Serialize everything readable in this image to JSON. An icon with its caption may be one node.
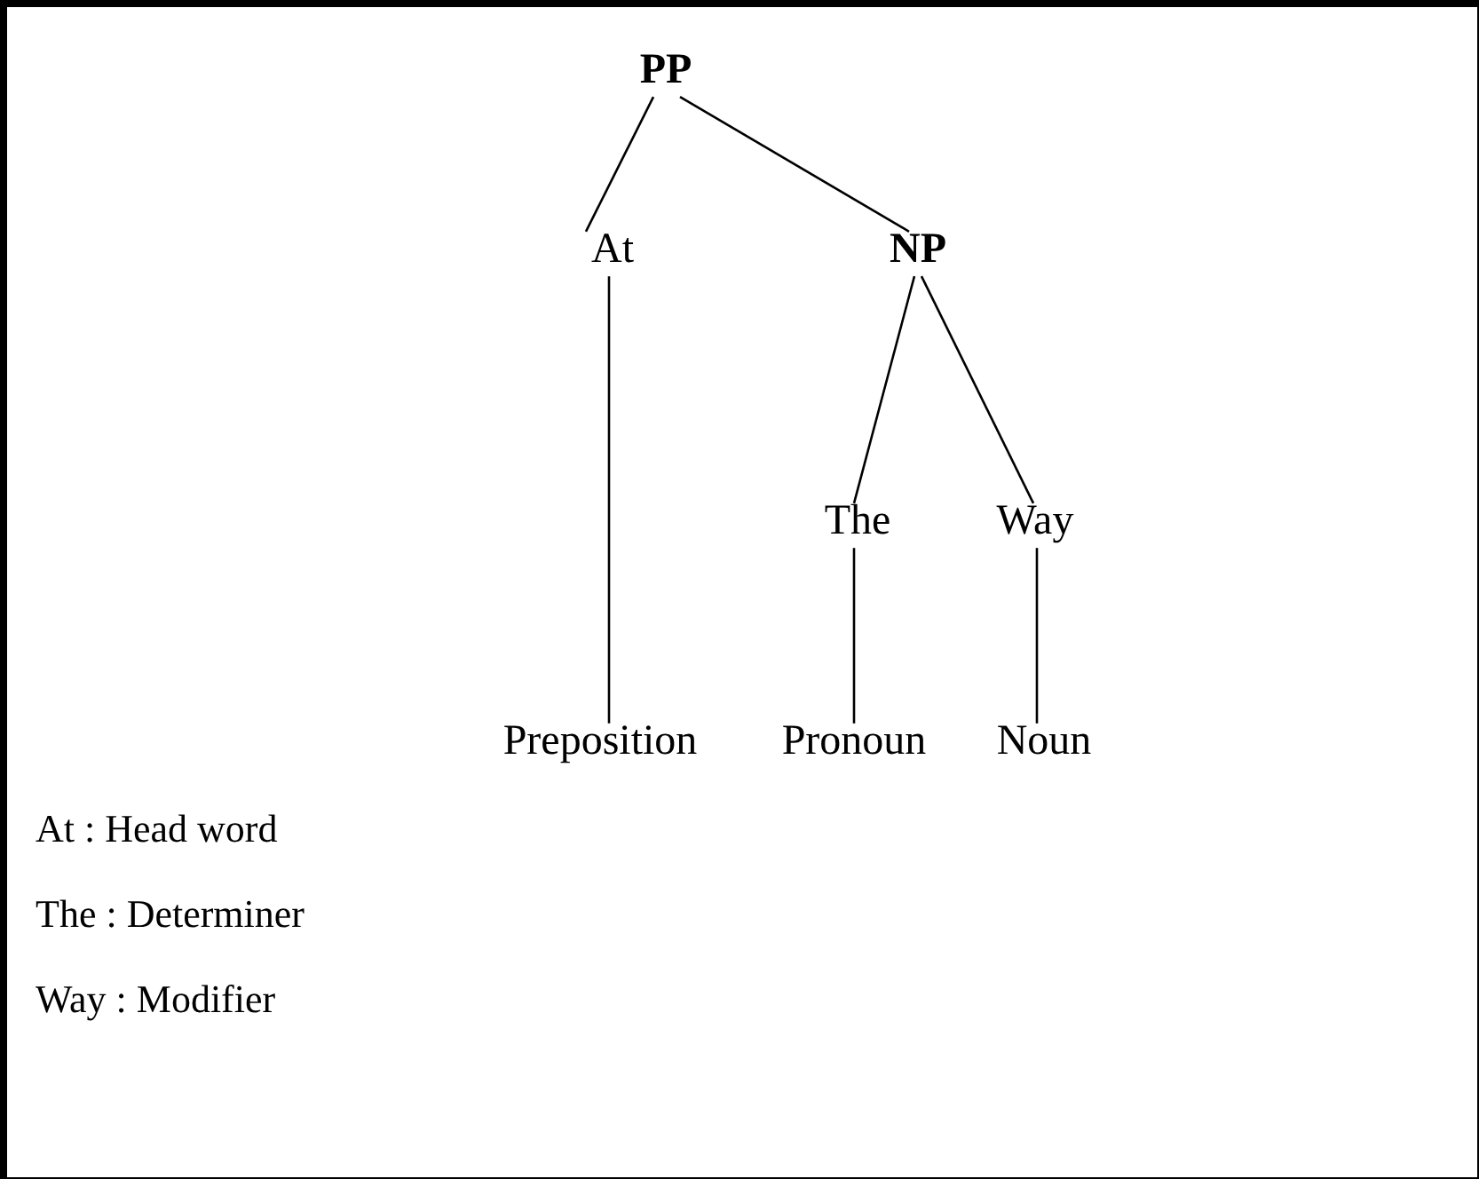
{
  "diagram": {
    "nodes": [
      {
        "text": [
          "PP"
        ]
      },
      {
        "text": [
          "At"
        ]
      },
      {
        "text": [
          "NP"
        ]
      },
      {
        "text": [
          "The"
        ]
      },
      {
        "text": [
          "Way"
        ]
      },
      {
        "text": [
          "Preposition"
        ]
      },
      {
        "text": [
          "Pronoun"
        ]
      },
      {
        "text": [
          "Noun"
        ]
      }
    ],
    "edges": [
      {
        "from": 0,
        "to": 1,
        "arrow": "none"
      },
      {
        "from": 0,
        "to": 2,
        "arrow": "none"
      },
      {
        "from": 1,
        "to": 5,
        "arrow": "none"
      },
      {
        "from": 2,
        "to": 3,
        "arrow": "none"
      },
      {
        "from": 2,
        "to": 4,
        "arrow": "none"
      },
      {
        "from": 3,
        "to": 6,
        "arrow": "none"
      },
      {
        "from": 4,
        "to": 7,
        "arrow": "none"
      }
    ],
    "labels": [
      "At : Head word",
      "The : Determiner",
      "Way : Modifier"
    ]
  }
}
